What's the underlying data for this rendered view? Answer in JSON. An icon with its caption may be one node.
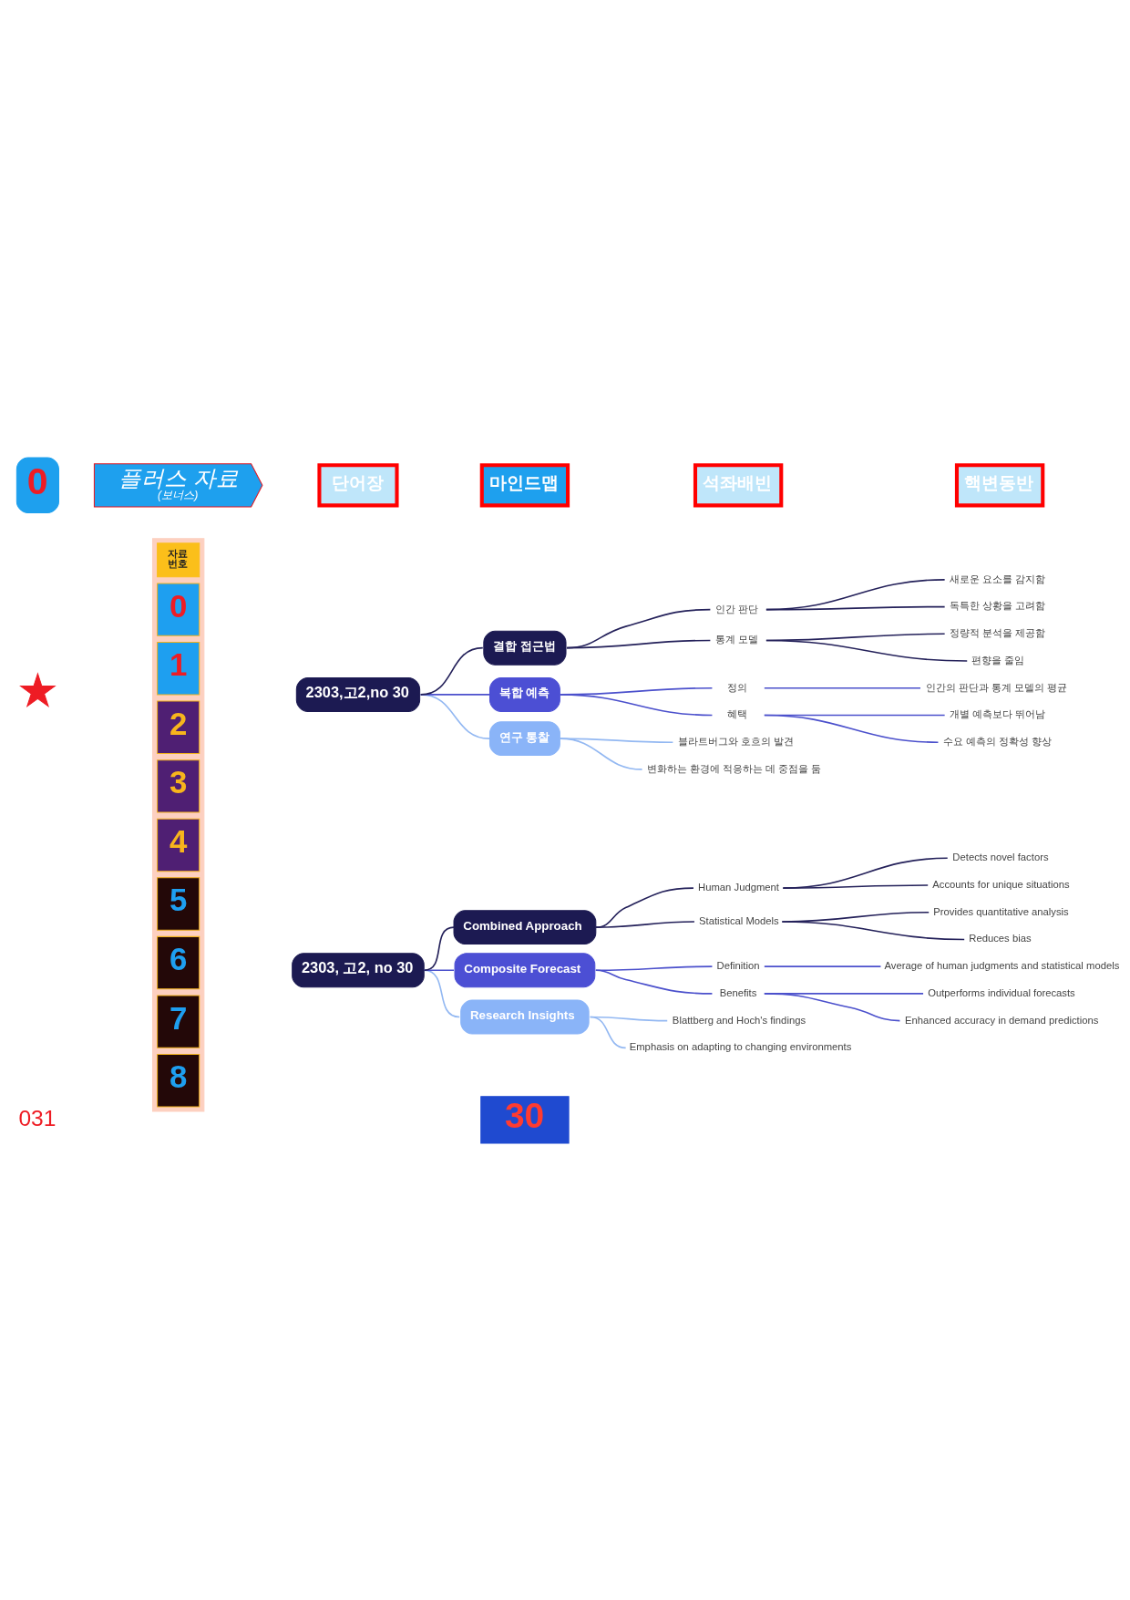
{
  "diagram": {
    "nodes": [
      {
        "text": [
          "0"
        ]
      },
      {
        "text": [
          "플러스 자료",
          "(보너스)"
        ]
      },
      {
        "text": [
          "단어장"
        ]
      },
      {
        "text": [
          "마인드맵"
        ]
      },
      {
        "text": [
          "석좌배빈"
        ]
      },
      {
        "text": [
          "핵변동반"
        ]
      },
      {
        "text": [],
        "shape": "box"
      },
      {
        "text": [
          "자료 번호"
        ],
        "in": 6
      },
      {
        "text": [
          "0"
        ],
        "in": 6
      },
      {
        "text": [
          "1"
        ],
        "in": 6
      },
      {
        "text": [
          "2"
        ],
        "in": 6
      },
      {
        "text": [
          "3"
        ],
        "in": 6
      },
      {
        "text": [
          "4"
        ],
        "in": 6
      },
      {
        "text": [
          "5"
        ],
        "in": 6
      },
      {
        "text": [
          "6"
        ],
        "in": 6
      },
      {
        "text": [
          "7"
        ],
        "in": 6
      },
      {
        "text": [
          "8"
        ],
        "in": 6
      },
      {
        "text": [],
        "shape": "star"
      },
      {
        "text": [
          "2303,고2,no 30"
        ]
      },
      {
        "text": [
          "결합 접근법"
        ]
      },
      {
        "text": [
          "인간 판단"
        ]
      },
      {
        "text": [
          "새로운 요소를 감지함"
        ]
      },
      {
        "text": [
          "독특한 상황을 고려함"
        ]
      },
      {
        "text": [
          "통계 모델"
        ]
      },
      {
        "text": [
          "정량적 분석을 제공함"
        ]
      },
      {
        "text": [
          "편향을 줄임"
        ]
      },
      {
        "text": [
          "복합 예측"
        ]
      },
      {
        "text": [
          "정의"
        ]
      },
      {
        "text": [
          "인간의 판단과 통계 모델의 평균"
        ]
      },
      {
        "text": [
          "혜택"
        ]
      },
      {
        "text": [
          "개별 예측보다 뛰어남"
        ]
      },
      {
        "text": [
          "수요 예측의 정확성 향상"
        ]
      },
      {
        "text": [
          "연구 통찰"
        ]
      },
      {
        "text": [
          "블라트버그와 호흐의 발견"
        ]
      },
      {
        "text": [
          "변화하는 환경에 적응하는 데 중점을 둠"
        ]
      },
      {
        "text": [
          "2303, 고2, no 30"
        ]
      },
      {
        "text": [
          "Combined Approach"
        ]
      },
      {
        "text": [
          "Human Judgment"
        ]
      },
      {
        "text": [
          "Detects novel factors"
        ]
      },
      {
        "text": [
          "Accounts for unique situations"
        ]
      },
      {
        "text": [
          "Statistical Models"
        ]
      },
      {
        "text": [
          "Provides quantitative analysis"
        ]
      },
      {
        "text": [
          "Reduces bias"
        ]
      },
      {
        "text": [
          "Composite Forecast"
        ]
      },
      {
        "text": [
          "Definition"
        ]
      },
      {
        "text": [
          "Average of human judgments and statistical models"
        ]
      },
      {
        "text": [
          "Benefits"
        ]
      },
      {
        "text": [
          "Outperforms individual forecasts"
        ]
      },
      {
        "text": [
          "Enhanced accuracy in demand predictions"
        ]
      },
      {
        "text": [
          "Research Insights"
        ]
      },
      {
        "text": [
          "Blattberg and Hoch's findings"
        ]
      },
      {
        "text": [
          "Emphasis on adapting to changing environments"
        ]
      },
      {
        "text": [
          "30"
        ]
      }
    ],
    "edges": [
      {
        "from": 18,
        "to": 19,
        "arrow": "none"
      },
      {
        "from": 19,
        "to": 20,
        "arrow": "none"
      },
      {
        "from": 20,
        "to": 21,
        "arrow": "none"
      },
      {
        "from": 20,
        "to": 22,
        "arrow": "none"
      },
      {
        "from": 19,
        "to": 23,
        "arrow": "none"
      },
      {
        "from": 23,
        "to": 24,
        "arrow": "none"
      },
      {
        "from": 23,
        "to": 25,
        "arrow": "none"
      },
      {
        "from": 18,
        "to": 26,
        "arrow": "none",
        "color": "#4b50cc"
      },
      {
        "from": 26,
        "to": 27,
        "arrow": "none",
        "color": "#4b50cc"
      },
      {
        "from": 27,
        "to": 28,
        "arrow": "none",
        "color": "#4b50cc"
      },
      {
        "from": 26,
        "to": 29,
        "arrow": "none",
        "color": "#4b50cc"
      },
      {
        "from": 29,
        "to": 30,
        "arrow": "none",
        "color": "#4b50cc"
      },
      {
        "from": 29,
        "to": 31,
        "arrow": "none",
        "color": "#4b50cc"
      },
      {
        "from": 18,
        "to": 32,
        "arrow": "none",
        "color": "#93b8f2"
      },
      {
        "from": 32,
        "to": 33,
        "arrow": "none",
        "color": "#93b8f2"
      },
      {
        "from": 32,
        "to": 34,
        "arrow": "none",
        "color": "#93b8f2"
      },
      {
        "from": 35,
        "to": 36,
        "arrow": "none"
      },
      {
        "from": 36,
        "to": 37,
        "arrow": "none"
      },
      {
        "from": 37,
        "to": 38,
        "arrow": "none"
      },
      {
        "from": 37,
        "to": 39,
        "arrow": "none"
      },
      {
        "from": 36,
        "to": 40,
        "arrow": "none"
      },
      {
        "from": 40,
        "to": 41,
        "arrow": "none"
      },
      {
        "from": 40,
        "to": 42,
        "arrow": "none"
      },
      {
        "from": 35,
        "to": 43,
        "arrow": "none",
        "color": "#4b50cc"
      },
      {
        "from": 43,
        "to": 44,
        "arrow": "none",
        "color": "#4b50cc"
      },
      {
        "from": 44,
        "to": 45,
        "arrow": "none",
        "color": "#4b50cc"
      },
      {
        "from": 43,
        "to": 46,
        "arrow": "none",
        "color": "#4b50cc"
      },
      {
        "from": 46,
        "to": 47,
        "arrow": "none",
        "color": "#4b50cc"
      },
      {
        "from": 46,
        "to": 48,
        "arrow": "none",
        "color": "#4b50cc"
      },
      {
        "from": 35,
        "to": 49,
        "arrow": "none",
        "color": "#93b8f2"
      },
      {
        "from": 49,
        "to": 50,
        "arrow": "none",
        "color": "#93b8f2"
      },
      {
        "from": 49,
        "to": 51,
        "arrow": "none",
        "color": "#93b8f2"
      }
    ],
    "labels": [
      "031"
    ]
  }
}
